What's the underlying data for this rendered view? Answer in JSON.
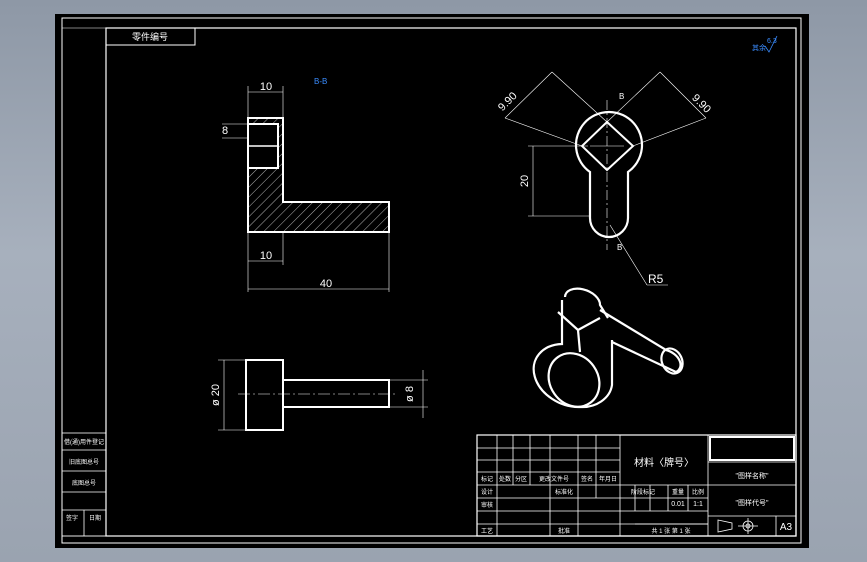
{
  "window": {
    "background": "#9aa3b0",
    "canvas_color": "#000000",
    "line_color": "#ffffff",
    "accent_blue": "#2a7fff"
  },
  "top_label": "零件编号",
  "roughness": {
    "note": "其余",
    "value": "6.3"
  },
  "section_label": "B-B",
  "dims": {
    "top_width": "10",
    "slot_height": "8",
    "bottom_width": "10",
    "overall_length": "40",
    "height_20": "20",
    "chamfer_left": "9.90",
    "chamfer_right": "9.90",
    "section_mark_top": "B",
    "section_mark_bottom": "B",
    "radius": "R5",
    "dia_20": "ø 20",
    "dia_8": "ø 8"
  },
  "side_table": {
    "rows": [
      "借(通)用件登记",
      "旧底图总号",
      "底图总号"
    ],
    "last": [
      "签字",
      "日期"
    ]
  },
  "title_block": {
    "material": "材料〈牌号〉",
    "part_name": "\"图样名称\"",
    "part_code": "\"图样代号\"",
    "header": [
      "标记",
      "处数",
      "分区",
      "更改文件号",
      "签名",
      "年月日"
    ],
    "rows": [
      "设计",
      "审核",
      "工艺"
    ],
    "standard": "标准化",
    "approve": "批准",
    "stage": "阶段标记",
    "weight": "重量",
    "scale": "比例",
    "scale_value": "1:1",
    "weight_value": "0.01",
    "sheets": "共 1 张  第 1 张",
    "paper": "A3"
  }
}
